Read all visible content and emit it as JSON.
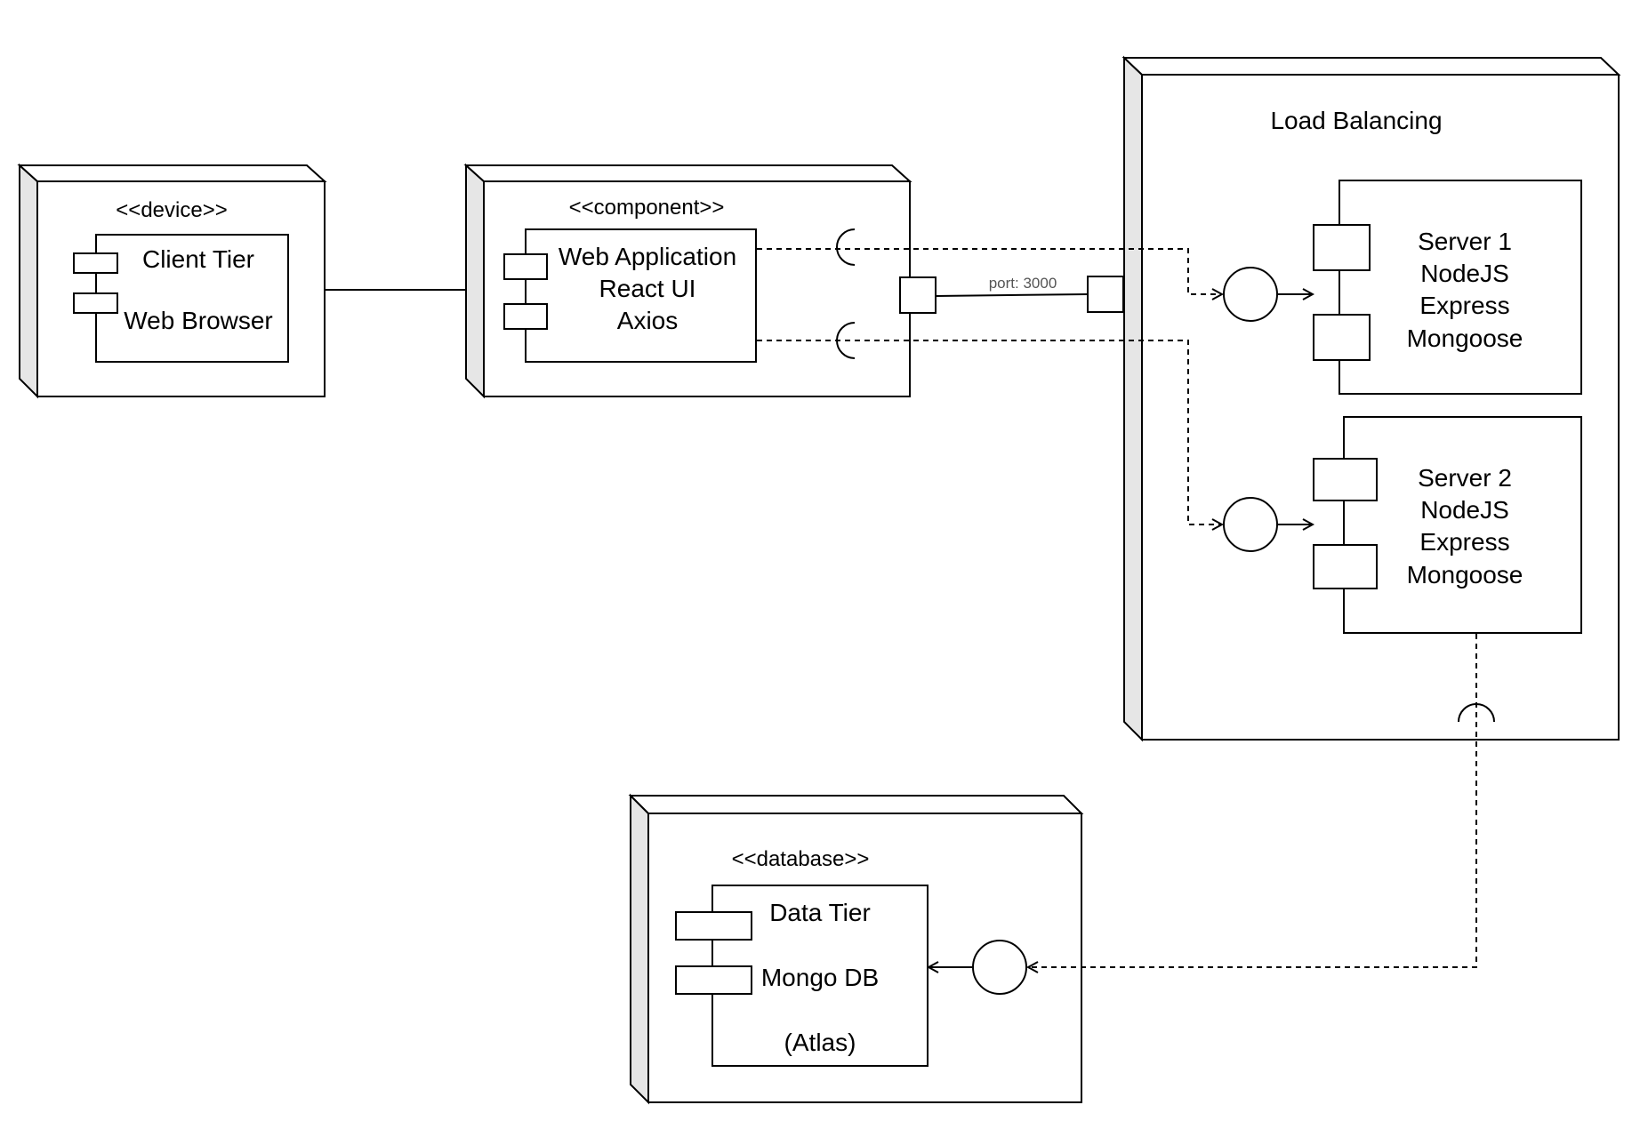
{
  "nodes": {
    "device": {
      "stereotype": "<<device>>",
      "lines": [
        "Client Tier",
        "Web Browser"
      ]
    },
    "component": {
      "stereotype": "<<component>>",
      "lines": [
        "Web Application",
        "React UI",
        "Axios"
      ]
    },
    "load_balancer": {
      "title": "Load Balancing",
      "servers": [
        {
          "lines": [
            "Server 1",
            "NodeJS",
            "Express",
            "Mongoose"
          ]
        },
        {
          "lines": [
            "Server 2",
            "NodeJS",
            "Express",
            "Mongoose"
          ]
        }
      ]
    },
    "database": {
      "stereotype": "<<database>>",
      "lines": [
        "Data Tier",
        "Mongo DB",
        "(Atlas)"
      ]
    }
  },
  "connections": {
    "port_label": "port: 3000"
  }
}
